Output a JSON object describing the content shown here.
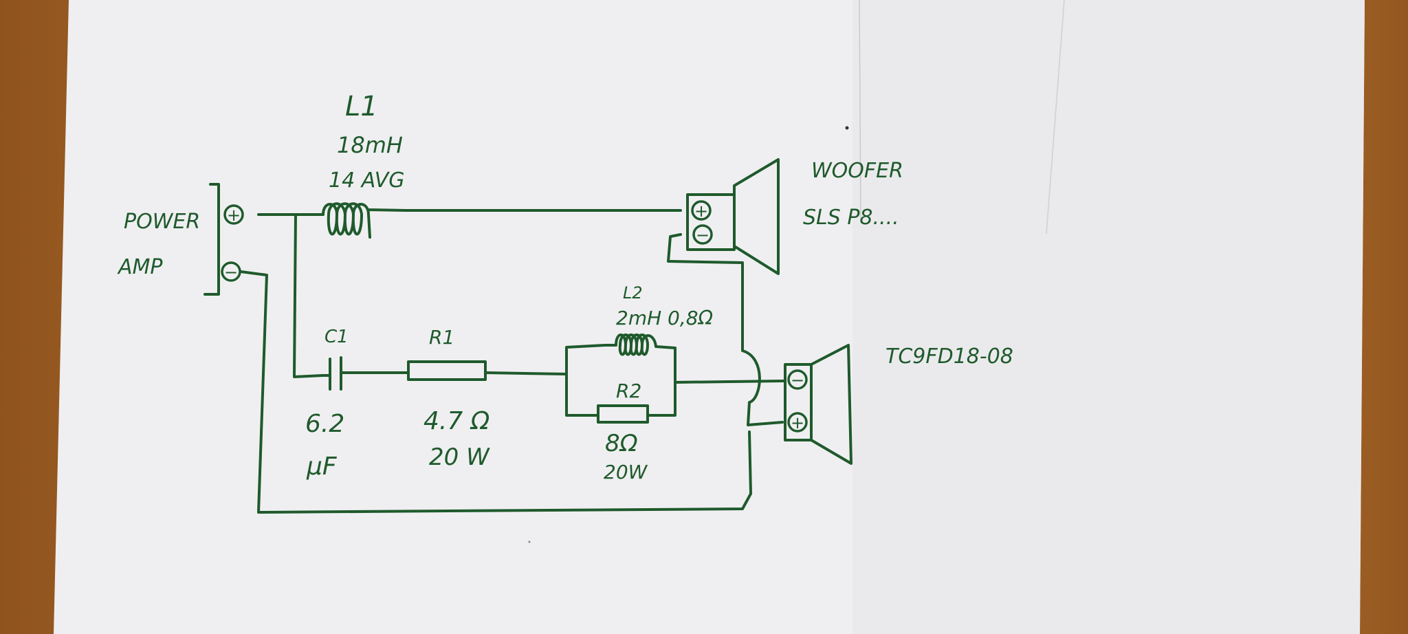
{
  "labels": {
    "power_amp_line1": "POWER",
    "power_amp_line2": "AMP",
    "amp_plus": "+",
    "amp_minus": "−",
    "l1_name": "L1",
    "l1_value": "18mH",
    "l1_gauge": "14 AVG",
    "woofer_title": "WOOFER",
    "woofer_model": "SLS P8....",
    "woofer_plus": "+",
    "woofer_minus": "−",
    "l2_name": "L2",
    "l2_value": "2mH 0,8Ω",
    "c1_name": "C1",
    "c1_value_line1": "6.2",
    "c1_value_line2": "μF",
    "r1_name": "R1",
    "r1_value_line1": "4.7 Ω",
    "r1_value_line2": "20 W",
    "r2_name": "R2",
    "r2_value_line1": "8Ω",
    "r2_value_line2": "20W",
    "tweeter_model": "TC9FD18-08",
    "tweeter_minus": "−",
    "tweeter_plus": "+"
  },
  "colors": {
    "ink": "#1f5a2c",
    "paper": "#f1f1f3",
    "wood": "#a8672a"
  }
}
